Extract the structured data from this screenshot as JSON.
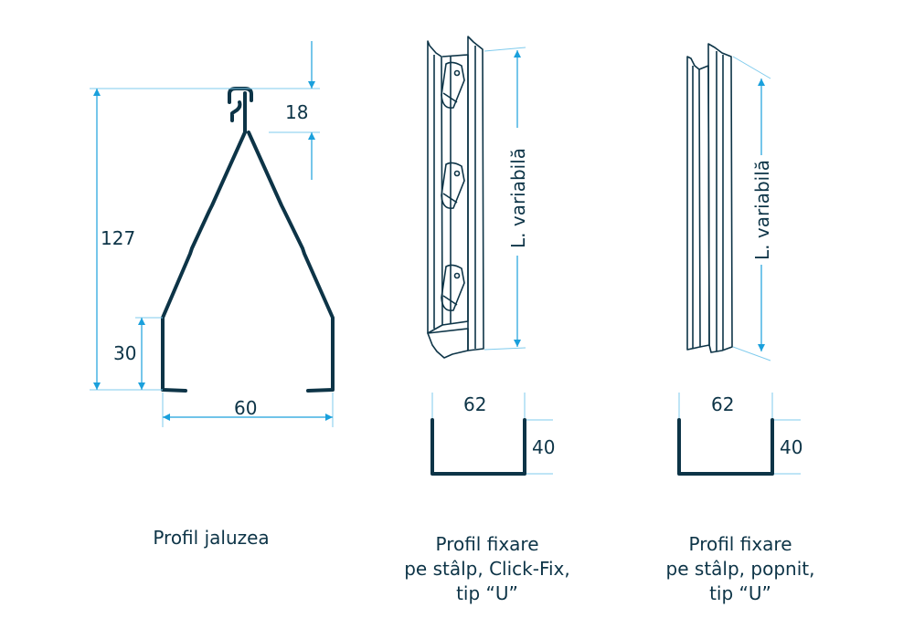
{
  "colors": {
    "profile": "#0d3447",
    "dimension": "#1aa0dc",
    "extension": "#7fcbed"
  },
  "profiles": [
    {
      "caption": [
        "Profil jaluzea"
      ],
      "dims": {
        "top": "18",
        "height": "127",
        "leg": "30",
        "width": "60"
      }
    },
    {
      "caption": [
        "Profil fixare",
        "pe stâlp, Click-Fix,",
        "tip “U”"
      ],
      "length_label": "L. variabilă",
      "dims": {
        "width": "62",
        "height": "40"
      }
    },
    {
      "caption": [
        "Profil fixare",
        "pe stâlp, popnit,",
        "tip “U”"
      ],
      "length_label": "L. variabilă",
      "dims": {
        "width": "62",
        "height": "40"
      }
    }
  ]
}
